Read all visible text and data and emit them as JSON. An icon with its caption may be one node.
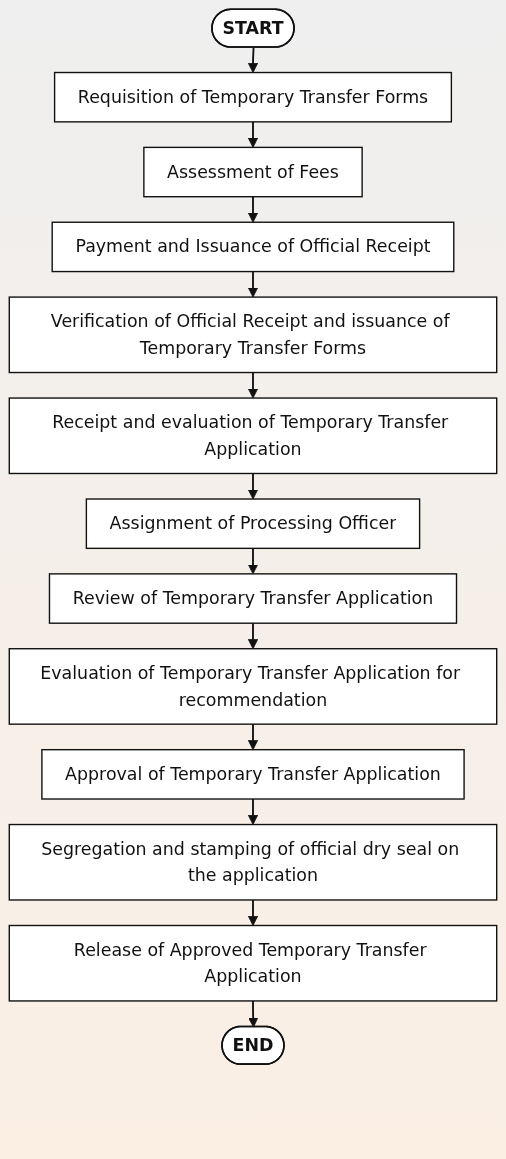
{
  "diagram": {
    "nodes": [
      {
        "text": [
          "START"
        ]
      },
      {
        "text": [
          "Requisition of Temporary Transfer Forms"
        ]
      },
      {
        "text": [
          "Assessment of Fees"
        ]
      },
      {
        "text": [
          "Payment and Issuance of Official Receipt"
        ]
      },
      {
        "text": [
          "Verification of Official Receipt and issuance of Temporary Transfer Forms"
        ]
      },
      {
        "text": [
          "Receipt and evaluation of Temporary Transfer Application"
        ]
      },
      {
        "text": [
          "Assignment of Processing Officer"
        ]
      },
      {
        "text": [
          "Review of Temporary Transfer Application"
        ]
      },
      {
        "text": [
          "Evaluation of Temporary Transfer Application for recommendation"
        ]
      },
      {
        "text": [
          "Approval of Temporary Transfer Application"
        ]
      },
      {
        "text": [
          "Segregation and stamping of official dry seal on the application"
        ]
      },
      {
        "text": [
          "Release of Approved Temporary Transfer Application"
        ]
      },
      {
        "text": [
          "END"
        ]
      }
    ],
    "edges": [
      {
        "from": 0,
        "to": 1,
        "arrow": "to"
      },
      {
        "from": 1,
        "to": 2,
        "arrow": "to"
      },
      {
        "from": 2,
        "to": 3,
        "arrow": "to"
      },
      {
        "from": 3,
        "to": 4,
        "arrow": "to"
      },
      {
        "from": 4,
        "to": 5,
        "arrow": "to"
      },
      {
        "from": 5,
        "to": 6,
        "arrow": "to"
      },
      {
        "from": 6,
        "to": 7,
        "arrow": "to"
      },
      {
        "from": 7,
        "to": 8,
        "arrow": "to"
      },
      {
        "from": 8,
        "to": 9,
        "arrow": "to"
      },
      {
        "from": 9,
        "to": 10,
        "arrow": "to"
      },
      {
        "from": 10,
        "to": 11,
        "arrow": "to"
      },
      {
        "from": 11,
        "to": 12,
        "arrow": "to"
      }
    ]
  }
}
